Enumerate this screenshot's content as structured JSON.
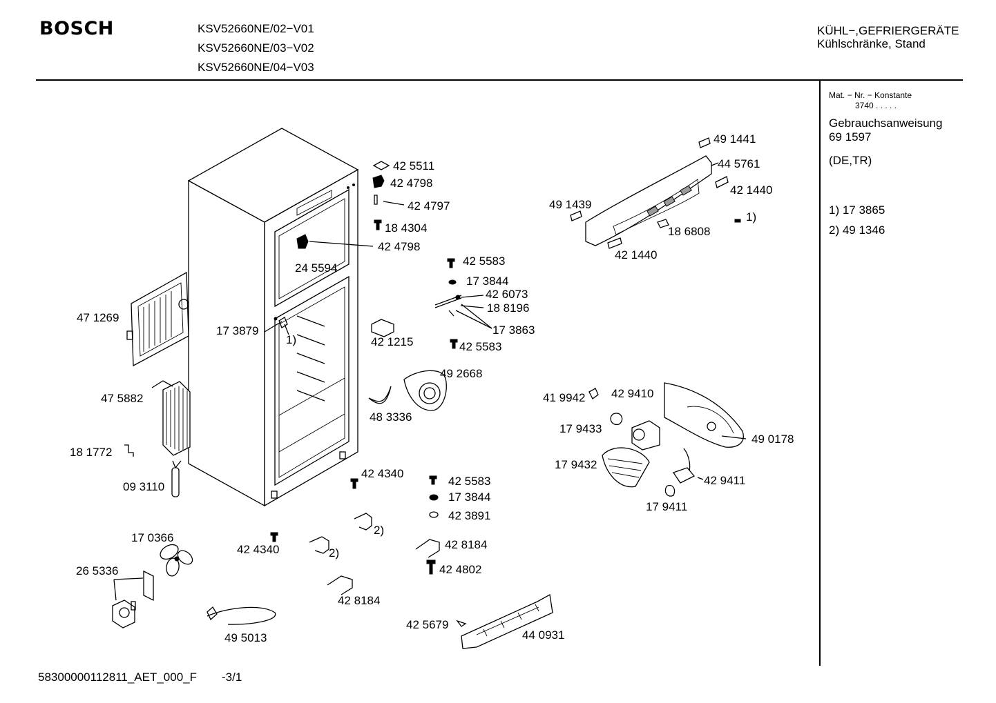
{
  "header": {
    "brand": "BOSCH",
    "models": [
      "KSV52660NE/02−V01",
      "KSV52660NE/03−V02",
      "KSV52660NE/04−V03"
    ],
    "category_line1": "KÜHL−,GEFRIERGERÄTE",
    "category_line2": "Kühlschränke, Stand"
  },
  "sidebar": {
    "mat_label": "Mat. − Nr. − Konstante",
    "mat_value": "3740  .  .  .  .  .",
    "manual_label": "Gebrauchsanweisung",
    "manual_number": "69 1597",
    "languages": "(DE,TR)",
    "footnote1": "1)  17 3865",
    "footnote2": "2)  49 1346"
  },
  "footer": {
    "doc_id": "58300000112811_AET_000_F",
    "sheet": "-3/1"
  },
  "parts": [
    {
      "id": "p0",
      "label": "42 5511"
    },
    {
      "id": "p1",
      "label": "42 4798"
    },
    {
      "id": "p2",
      "label": "42 4797"
    },
    {
      "id": "p3",
      "label": "18 4304"
    },
    {
      "id": "p4",
      "label": "42 4798"
    },
    {
      "id": "p5",
      "label": "24 5594"
    },
    {
      "id": "p6",
      "label": "42 5583"
    },
    {
      "id": "p7",
      "label": "17 3844"
    },
    {
      "id": "p8",
      "label": "42 6073"
    },
    {
      "id": "p9",
      "label": "18 8196"
    },
    {
      "id": "p10",
      "label": "17 3863"
    },
    {
      "id": "p11",
      "label": "42 1215"
    },
    {
      "id": "p12",
      "label": "42 5583"
    },
    {
      "id": "p13",
      "label": "47 1269"
    },
    {
      "id": "p14",
      "label": "17 3879"
    },
    {
      "id": "p15",
      "label": "1)"
    },
    {
      "id": "p16",
      "label": "49 2668"
    },
    {
      "id": "p17",
      "label": "47 5882"
    },
    {
      "id": "p18",
      "label": "48 3336"
    },
    {
      "id": "p19",
      "label": "18 1772"
    },
    {
      "id": "p20",
      "label": "09 3110"
    },
    {
      "id": "p21",
      "label": "42 4340"
    },
    {
      "id": "p22",
      "label": "42 5583"
    },
    {
      "id": "p23",
      "label": "17 3844"
    },
    {
      "id": "p24",
      "label": "42 3891"
    },
    {
      "id": "p25",
      "label": "2)"
    },
    {
      "id": "p26",
      "label": "17 0366"
    },
    {
      "id": "p27",
      "label": "42 4340"
    },
    {
      "id": "p28",
      "label": "2)"
    },
    {
      "id": "p29",
      "label": "42 8184"
    },
    {
      "id": "p30",
      "label": "42 4802"
    },
    {
      "id": "p31",
      "label": "26 5336"
    },
    {
      "id": "p32",
      "label": "42 8184"
    },
    {
      "id": "p33",
      "label": "49 5013"
    },
    {
      "id": "p34",
      "label": "42 5679"
    },
    {
      "id": "p35",
      "label": "44 0931"
    },
    {
      "id": "p36",
      "label": "49 1441"
    },
    {
      "id": "p37",
      "label": "44 5761"
    },
    {
      "id": "p38",
      "label": "42 1440"
    },
    {
      "id": "p39",
      "label": "49 1439"
    },
    {
      "id": "p40",
      "label": "1)"
    },
    {
      "id": "p41",
      "label": "18 6808"
    },
    {
      "id": "p42",
      "label": "42 1440"
    },
    {
      "id": "p43",
      "label": "41 9942"
    },
    {
      "id": "p44",
      "label": "42 9410"
    },
    {
      "id": "p45",
      "label": "17 9433"
    },
    {
      "id": "p46",
      "label": "49 0178"
    },
    {
      "id": "p47",
      "label": "17 9432"
    },
    {
      "id": "p48",
      "label": "42 9411"
    },
    {
      "id": "p49",
      "label": "17 9411"
    }
  ]
}
